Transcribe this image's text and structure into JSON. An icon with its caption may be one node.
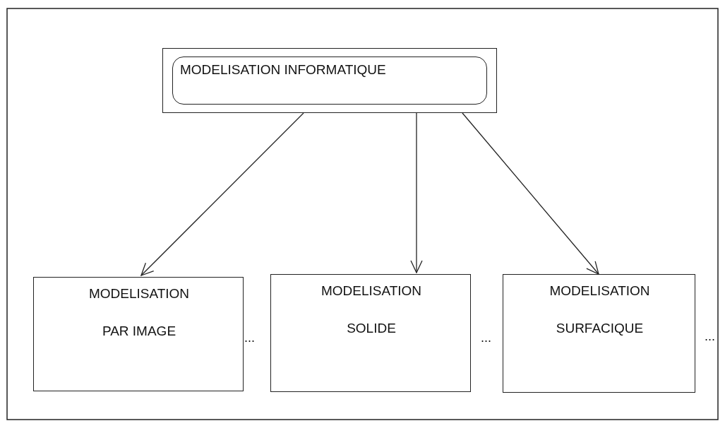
{
  "diagram": {
    "nodes": [
      {
        "text": [
          "MODELISATION INFORMATIQUE"
        ]
      },
      {
        "text": [
          "MODELISATION PAR IMAGE"
        ]
      },
      {
        "text": [
          "MODELISATION SOLIDE"
        ]
      },
      {
        "text": [
          "MODELISATION SURFACIQUE"
        ]
      }
    ],
    "edges": [
      {
        "from": 0,
        "to": 1,
        "arrow": "to"
      },
      {
        "from": 0,
        "to": 2,
        "arrow": "to"
      },
      {
        "from": 0,
        "to": 3,
        "arrow": "to"
      }
    ],
    "labels": [
      "...",
      "...",
      "..."
    ]
  }
}
